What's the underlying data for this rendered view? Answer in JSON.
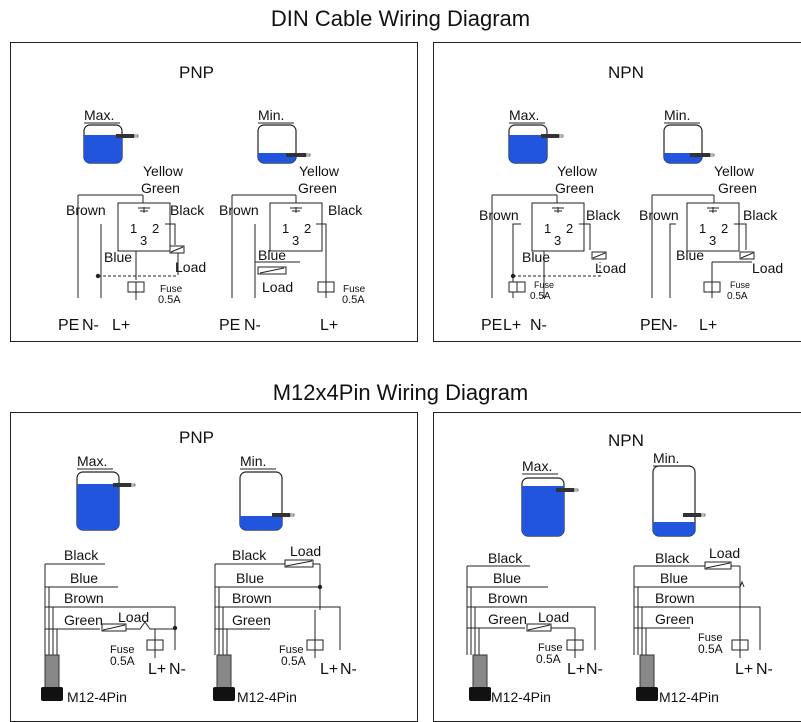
{
  "titles": {
    "din": "DIN Cable Wiring Diagram",
    "m12": "M12x4Pin Wiring Diagram"
  },
  "panels": {
    "din_pnp": "PNP",
    "din_npn": "NPN",
    "m12_pnp": "PNP",
    "m12_npn": "NPN"
  },
  "labels": {
    "max": "Max.",
    "min": "Min.",
    "yellow": "Yellow",
    "green": "Green",
    "brown": "Brown",
    "black": "Black",
    "blue": "Blue",
    "load": "Load",
    "fuse": "Fuse",
    "fuse_rating": "0.5A",
    "pe": "PE",
    "n_minus": "N-",
    "l_plus": "L+",
    "pin1": "1",
    "pin2": "2",
    "pin3": "3",
    "connector": "M12-4Pin"
  },
  "colors": {
    "liquid": "#2255dd",
    "line": "#222222"
  }
}
